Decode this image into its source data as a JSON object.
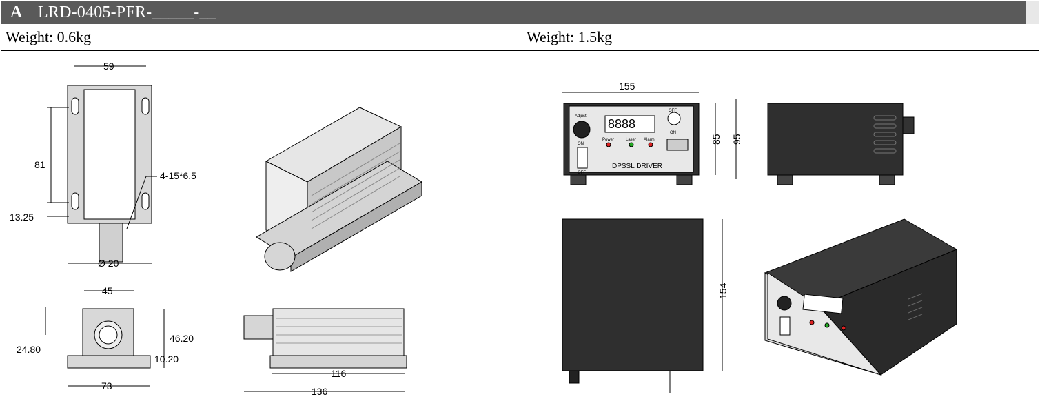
{
  "header": {
    "code": "A",
    "model": "LRD-0405-PFR-_____-__"
  },
  "left": {
    "weight": "Weight: 0.6kg",
    "dims": {
      "top_width": "59",
      "height": "81",
      "slot": "4-15*6.5",
      "offset": "13.25",
      "diameter": "Ø 20",
      "front_width": "45",
      "front_height": "46.20",
      "axis_height": "24.80",
      "base_height": "10.20",
      "base_width": "73",
      "body_length": "116",
      "total_length": "136"
    }
  },
  "right": {
    "weight": "Weight: 1.5kg",
    "dims": {
      "width": "155",
      "height_inner": "85",
      "height_outer": "95",
      "depth": "154"
    },
    "panel": {
      "adjust": "Adjust",
      "power": "Power",
      "laser": "Laser",
      "alarm": "Alarm",
      "on": "ON",
      "off": "OFF",
      "key_off": "OFF",
      "key_on": "ON",
      "driver": "DPSSL DRIVER",
      "display": "8888"
    }
  }
}
